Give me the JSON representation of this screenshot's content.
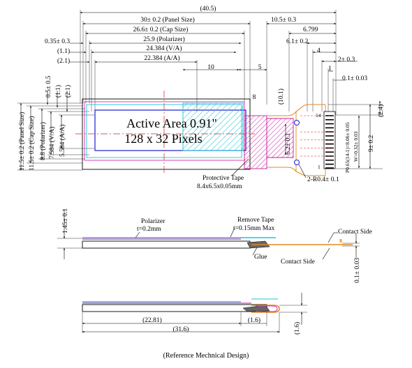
{
  "top_dims": {
    "overall": "(40.5)",
    "panel_size": "30± 0.2 (Panel Size)",
    "cap_size": "26.6± 0.2 (Cap Size)",
    "polarizer": "25.9 (Polarizer)",
    "va": "24.384 (V/A)",
    "aa": "22.384 (A/A)",
    "left_035": "0.35± 0.3",
    "left_11": "(1.1)",
    "left_21": "(2.1)",
    "d10": "10",
    "d5": "5",
    "d8": "8",
    "d105": "10.5± 0.3",
    "d6799": "6.799",
    "d61": "6.1± 0.2",
    "d4": "4",
    "d2": "2± 0.3",
    "d1": "1",
    "d01": "0.1± 0.03"
  },
  "left_dims": {
    "v05": "0.5± 0.5",
    "v11": "(1.1)",
    "v21": "(2.1)",
    "panel": "11.5± 0.2 (Panel Size)",
    "cap": "11.5± 0.2 (Cap Size)",
    "pol": "8.8 (Polarizer)",
    "va": "7.584 (V/A)",
    "aa": "5.584 (A/A)"
  },
  "right_dims": {
    "r24": "(2.4)",
    "r9": "9± 0.2",
    "w": "W=0.32± 0.03",
    "pitch": "P0.65(14-1)=8.06± 0.05",
    "b101": "(10.1)",
    "b62": "6.2± 0.1",
    "r04": "2-R0.4± 0.1",
    "pin14": "14",
    "pin1": "1"
  },
  "active_area": {
    "line1": "Active Area 0.91\"",
    "line2": "128 x 32 Pixels"
  },
  "protective_tape": {
    "line1": "Protective Tape",
    "line2": "8.4x6.5x0.05mm"
  },
  "side_view": {
    "height": "1.45± 0.1",
    "polarizer": "Polarizer",
    "polarizer_t": "t=0.2mm",
    "remove_tape": "Remove Tape",
    "remove_tape_t": "t=0.15mm Max",
    "contact_side_right": "Contact Side",
    "contact_side_bottom": "Contact Side",
    "glue": "Glue",
    "thickness": "0.1± 0.03"
  },
  "bottom_view": {
    "d2281": "(22.81)",
    "d316": "(31.6)",
    "d16": "(1.6)",
    "v16": "(1.6)"
  },
  "footer": "(Reference Mechnical Design)"
}
